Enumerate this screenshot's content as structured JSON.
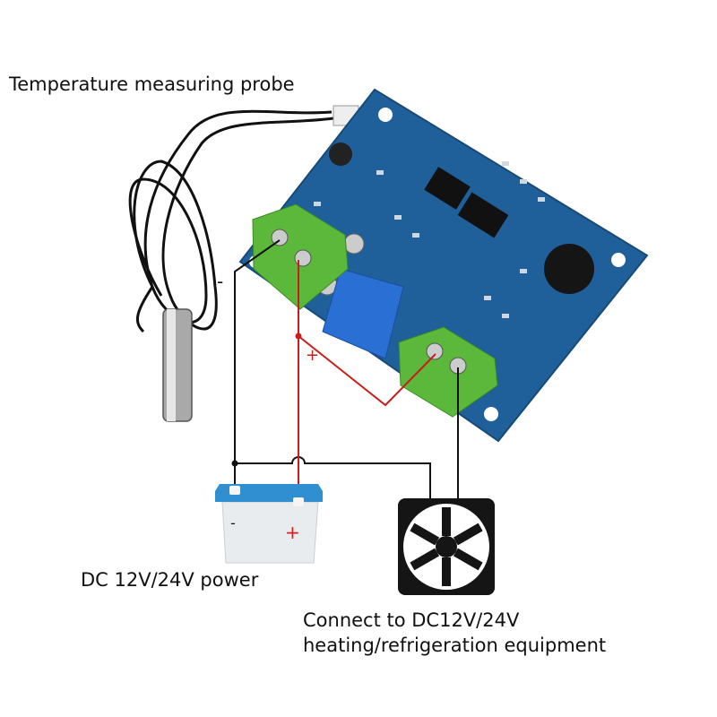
{
  "labels": {
    "probe": "Temperature measuring probe",
    "minus_wire": "-",
    "plus_wire": "+",
    "power": "DC 12V/24V power",
    "battery_minus": "-",
    "battery_plus": "+",
    "equipment_line1": "Connect to DC12V/24V",
    "equipment_line2": "heating/refrigeration equipment"
  },
  "colors": {
    "board": "#1f5f9a",
    "terminal": "#5cb83a",
    "wire_positive": "#c81e1e",
    "wire_negative": "#111111",
    "battery_lid": "#2f8fd0"
  }
}
